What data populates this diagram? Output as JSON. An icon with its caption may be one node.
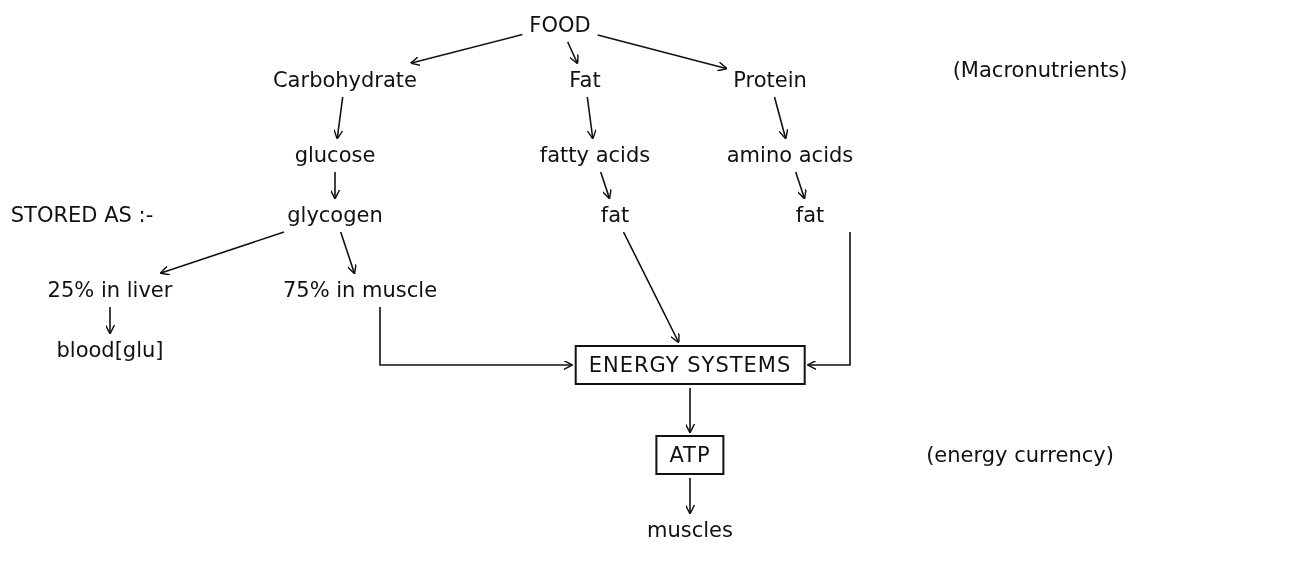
{
  "diagram": {
    "nodes": [
      {
        "text": [
          "FOOD"
        ]
      },
      {
        "text": [
          "Carbohydrate"
        ]
      },
      {
        "text": [
          "Fat"
        ]
      },
      {
        "text": [
          "Protein"
        ]
      },
      {
        "text": [
          "glucose"
        ]
      },
      {
        "text": [
          "fatty acids"
        ]
      },
      {
        "text": [
          "amino acids"
        ]
      },
      {
        "text": [
          "glycogen"
        ]
      },
      {
        "text": [
          "fat"
        ]
      },
      {
        "text": [
          "fat"
        ]
      },
      {
        "text": [
          "25% in liver"
        ]
      },
      {
        "text": [
          "75% in muscle"
        ]
      },
      {
        "text": [
          "blood[glu]"
        ]
      },
      {
        "text": [
          "ENERGY SYSTEMS"
        ]
      },
      {
        "text": [
          "ATP"
        ]
      },
      {
        "text": [
          "muscles"
        ]
      }
    ],
    "edges": [
      {
        "from": 0,
        "to": 1,
        "arrow": "to"
      },
      {
        "from": 0,
        "to": 2,
        "arrow": "to"
      },
      {
        "from": 0,
        "to": 3,
        "arrow": "to"
      },
      {
        "from": 1,
        "to": 4,
        "arrow": "to"
      },
      {
        "from": 2,
        "to": 5,
        "arrow": "to"
      },
      {
        "from": 3,
        "to": 6,
        "arrow": "to"
      },
      {
        "from": 4,
        "to": 7,
        "arrow": "to"
      },
      {
        "from": 7,
        "to": 10,
        "arrow": "to"
      },
      {
        "from": 7,
        "to": 11,
        "arrow": "to"
      },
      {
        "from": 5,
        "to": 8,
        "arrow": "to"
      },
      {
        "from": 6,
        "to": 9,
        "arrow": "to"
      },
      {
        "from": 10,
        "to": 12,
        "arrow": "to"
      },
      {
        "from": 11,
        "to": 13,
        "arrow": "to"
      },
      {
        "from": 8,
        "to": 13,
        "arrow": "to"
      },
      {
        "from": 9,
        "to": 13,
        "arrow": "to"
      },
      {
        "from": 13,
        "to": 14,
        "arrow": "to"
      },
      {
        "from": 14,
        "to": 15,
        "arrow": "to"
      }
    ],
    "labels": [
      "(Macronutrients)",
      "STORED AS :-",
      "(energy currency)"
    ]
  }
}
